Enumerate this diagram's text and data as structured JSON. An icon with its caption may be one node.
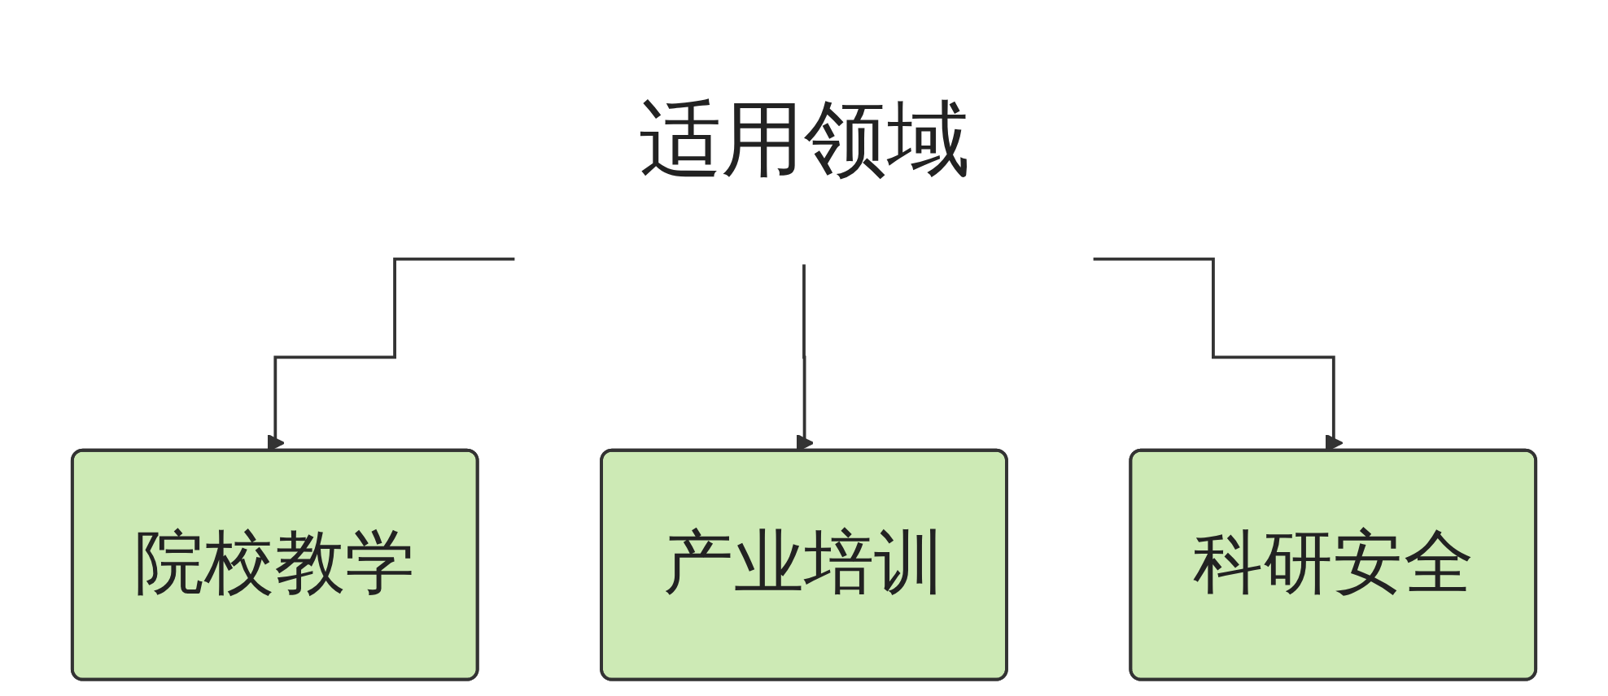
{
  "diagram": {
    "nodes": [
      {
        "text": [
          "适用领域"
        ]
      },
      {
        "text": [
          "院校教学"
        ]
      },
      {
        "text": [
          "产业培训"
        ]
      },
      {
        "text": [
          "科研安全"
        ]
      }
    ],
    "edges": [
      {
        "from": 0,
        "to": 1,
        "arrow": "to"
      },
      {
        "from": 0,
        "to": 2,
        "arrow": "to"
      },
      {
        "from": 0,
        "to": 3,
        "arrow": "to"
      }
    ]
  }
}
